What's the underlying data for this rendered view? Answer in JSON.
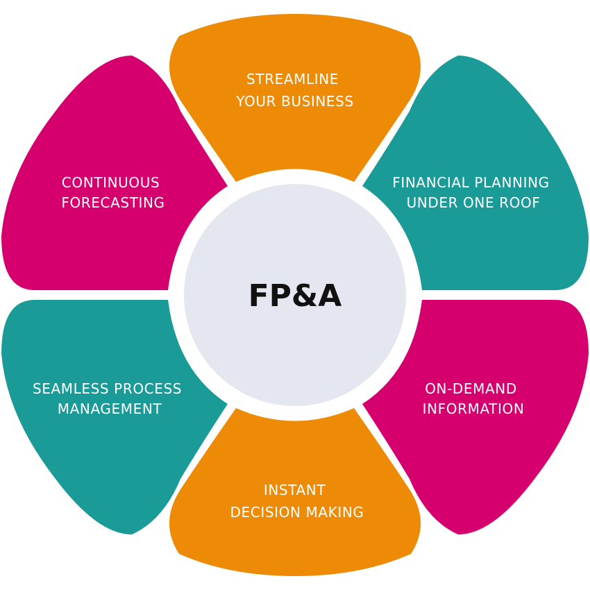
{
  "center": {
    "label": "FP&A",
    "color": "#e4e7f0"
  },
  "colors": {
    "orange": "#ee8b06",
    "teal": "#1b9b97",
    "magenta": "#d5006e"
  },
  "segments": [
    {
      "id": "streamline",
      "color": "orange",
      "line1": "STREAMLINE",
      "line2": "YOUR BUSINESS"
    },
    {
      "id": "financial-planning",
      "color": "teal",
      "line1": "FINANCIAL PLANNING",
      "line2": "UNDER ONE ROOF"
    },
    {
      "id": "on-demand",
      "color": "magenta",
      "line1": "ON-DEMAND",
      "line2": "INFORMATION"
    },
    {
      "id": "instant-decision",
      "color": "orange",
      "line1": "INSTANT",
      "line2": "DECISION MAKING"
    },
    {
      "id": "seamless-process",
      "color": "teal",
      "line1": "SEAMLESS PROCESS",
      "line2": "MANAGEMENT"
    },
    {
      "id": "continuous-forecasting",
      "color": "magenta",
      "line1": "CONTINUOUS",
      "line2": "FORECASTING"
    }
  ]
}
